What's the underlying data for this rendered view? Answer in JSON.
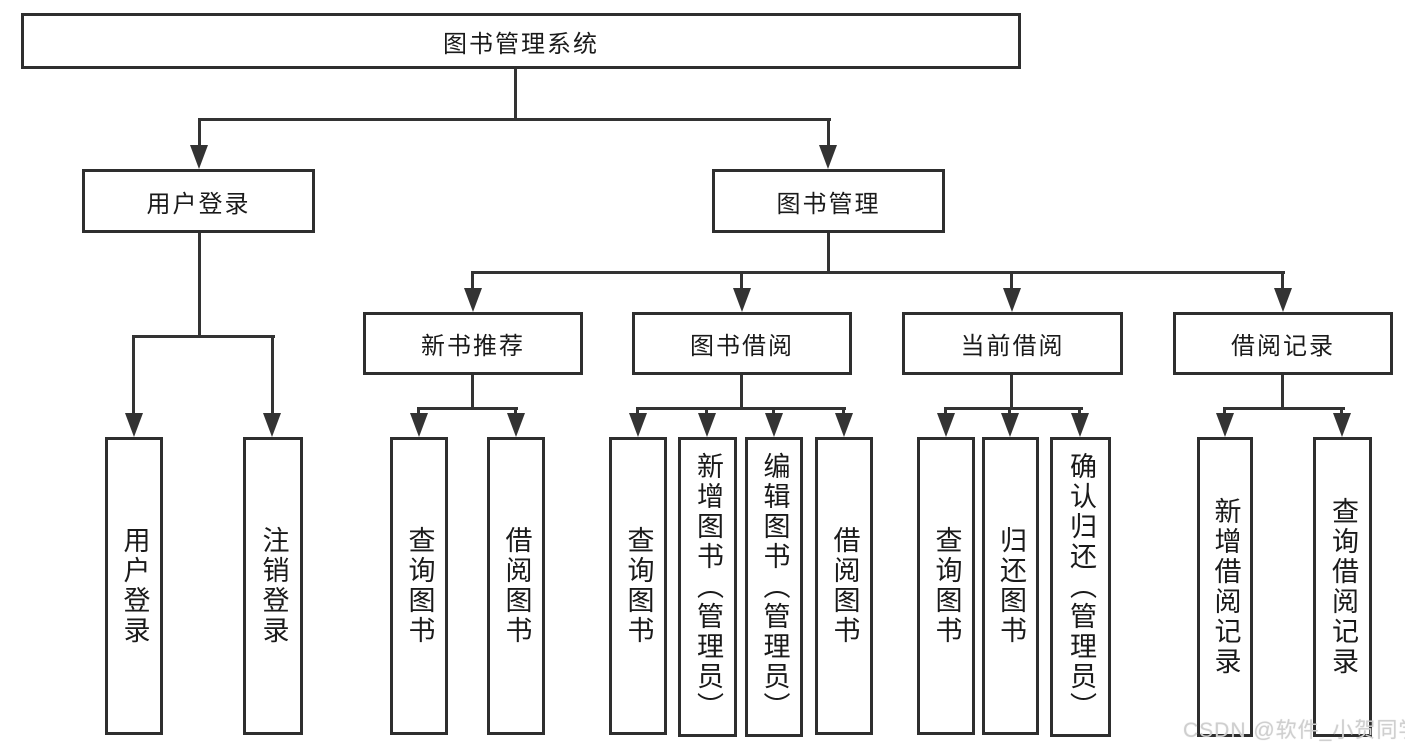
{
  "diagram": {
    "root": {
      "label": "图书管理系统"
    },
    "level2": [
      {
        "label": "用户登录"
      },
      {
        "label": "图书管理"
      }
    ],
    "level3": [
      {
        "label": "新书推荐"
      },
      {
        "label": "图书借阅"
      },
      {
        "label": "当前借阅"
      },
      {
        "label": "借阅记录"
      }
    ],
    "leaves": {
      "user_login": [
        "用户登录",
        "注销登录"
      ],
      "new_book": [
        "查询图书",
        "借阅图书"
      ],
      "book_borrow": [
        "查询图书",
        "新增图书（管理员）",
        "编辑图书（管理员）",
        "借阅图书"
      ],
      "current_borrow": [
        "查询图书",
        "归还图书",
        "确认归还（管理员）"
      ],
      "borrow_record": [
        "新增借阅记录",
        "查询借阅记录"
      ]
    }
  },
  "watermark": {
    "text": "CSDN @软件_小贺同学"
  },
  "colors": {
    "line": "#333333",
    "border": "#2e2e2e",
    "text": "#1a1a1a",
    "background": "#ffffff",
    "watermark": "#cfcfcf"
  }
}
